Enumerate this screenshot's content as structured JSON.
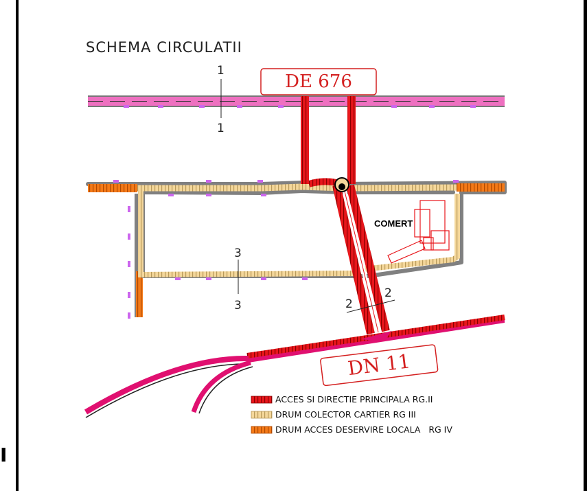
{
  "title": "SCHEMA CIRCULATII",
  "edge_label": "I",
  "road_labels": {
    "top": "DE 676",
    "bottom": "DN 11"
  },
  "building_label": "COMERT",
  "sections": {
    "s1_top": "1",
    "s1_bottom": "1",
    "s2_left": "2",
    "s2_right": "2",
    "s3_top": "3",
    "s3_bottom": "3"
  },
  "legend": [
    {
      "label": "ACCES SI DIRECTIE PRINCIPALA RG.II",
      "color": "#e8161b"
    },
    {
      "label": "DRUM COLECTOR CARTIER RG III",
      "color": "#f4d79b"
    },
    {
      "label": "DRUM ACCES DESERVIRE LOCALA   RG IV",
      "color": "#f47a18"
    }
  ],
  "colors": {
    "main_road": "#e8161b",
    "collector": "#f4d79b",
    "local": "#f47a18",
    "national_road": "#e01070",
    "de_road": "#ee70c0",
    "kerb": "#808080",
    "parking": "#cc66ee"
  }
}
